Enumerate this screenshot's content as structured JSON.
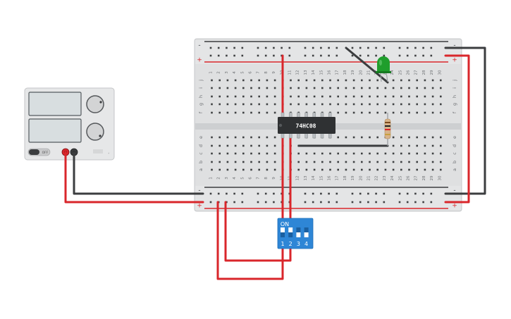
{
  "power_supply": {
    "toggle_label": "OFF",
    "terminal_negative_color": "#3b3d3f",
    "terminal_positive_color": "#d9262b"
  },
  "breadboard": {
    "rail_minus": "-",
    "rail_plus": "+",
    "columns": [
      "1",
      "2",
      "3",
      "4",
      "5",
      "6",
      "7",
      "8",
      "9",
      "10",
      "11",
      "12",
      "13",
      "14",
      "15",
      "16",
      "17",
      "18",
      "19",
      "20",
      "21",
      "22",
      "23",
      "24",
      "25",
      "26",
      "27",
      "28",
      "29",
      "30"
    ],
    "rows_top": [
      "j",
      "i",
      "h",
      "g",
      "f"
    ],
    "rows_bottom": [
      "e",
      "d",
      "c",
      "b",
      "a"
    ]
  },
  "ic": {
    "label": "74HC08"
  },
  "dip_switch": {
    "on_label": "ON",
    "switch_numbers": [
      "1",
      "2",
      "3",
      "4"
    ]
  },
  "led": {
    "color": "#1f9e2c"
  },
  "colors": {
    "wire_red": "#d9262b",
    "wire_black": "#3b3d3f",
    "dip_blue": "#2e86d6"
  }
}
